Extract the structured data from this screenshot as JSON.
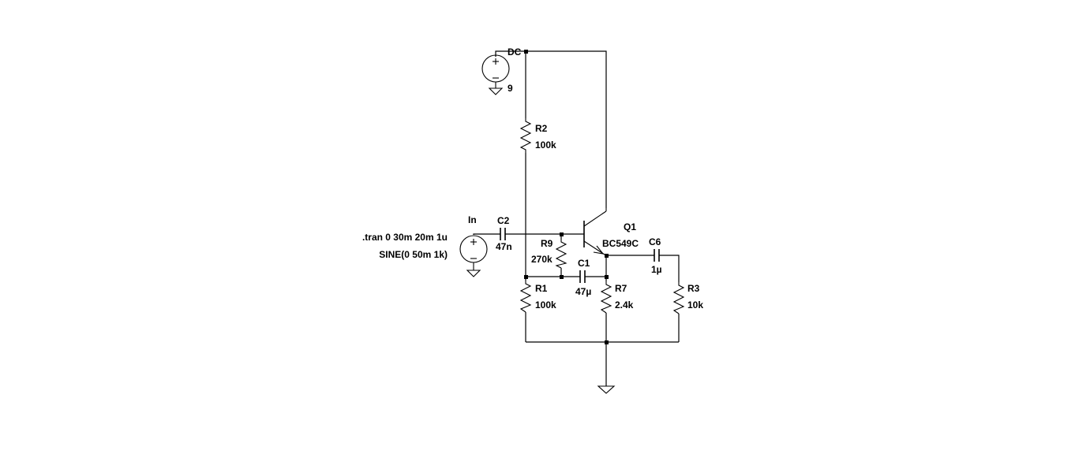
{
  "components": {
    "v_supply": {
      "name": "DC",
      "value": "9"
    },
    "v_input": {
      "name": "In"
    },
    "r2": {
      "name": "R2",
      "value": "100k"
    },
    "r9": {
      "name": "R9",
      "value": "270k"
    },
    "r1": {
      "name": "R1",
      "value": "100k"
    },
    "r7": {
      "name": "R7",
      "value": "2.4k"
    },
    "r3": {
      "name": "R3",
      "value": "10k"
    },
    "c2": {
      "name": "C2",
      "value": "47n"
    },
    "c1": {
      "name": "C1",
      "value": "47µ"
    },
    "c6": {
      "name": "C6",
      "value": "1µ"
    },
    "q1": {
      "name": "Q1",
      "model": "BC549C"
    }
  },
  "directives": {
    "tran": ".tran 0 30m 20m 1u",
    "sine": "SINE(0 50m 1k)"
  },
  "colors": {
    "wire": "#000000",
    "background": "#ffffff"
  }
}
